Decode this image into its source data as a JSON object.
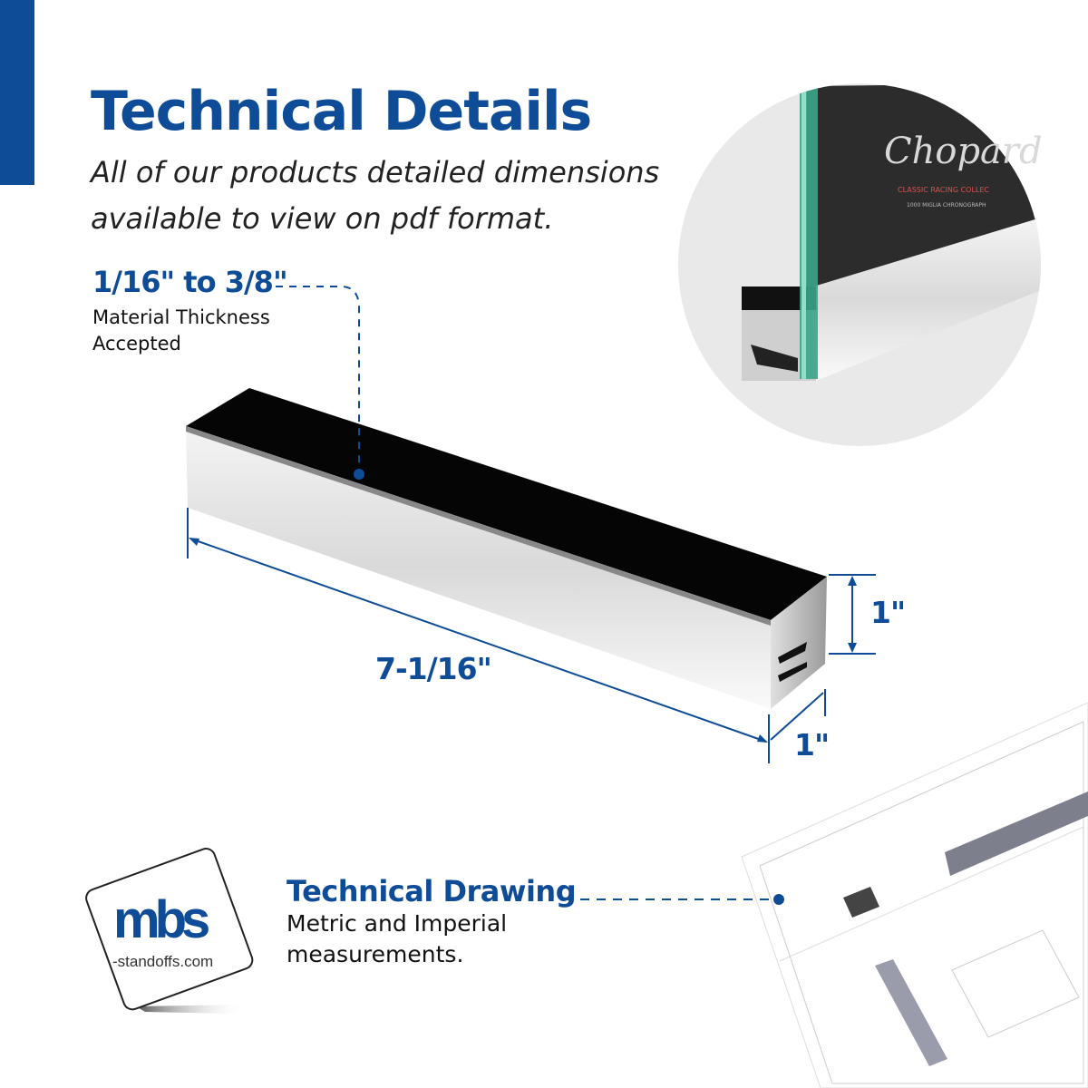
{
  "header": {
    "title": "Technical Details",
    "subtitle_line1": "All of our products detailed dimensions",
    "subtitle_line2": "available to view on pdf format."
  },
  "thickness": {
    "value": "1/16\" to 3/8\"",
    "label_line1": "Material Thickness",
    "label_line2": "Accepted"
  },
  "dimensions": {
    "length": "7-1/16\"",
    "height": "1\"",
    "depth": "1\""
  },
  "photo": {
    "brand": "Chopard",
    "line1": "CLASSIC RACING COLLEC",
    "line2": "1000 MIGLIA CHRONOGRAPH"
  },
  "drawing": {
    "title": "Technical Drawing",
    "label_line1": "Metric and Imperial",
    "label_line2": "measurements."
  },
  "logo": {
    "mark": "mbs",
    "domain": "-standoffs.com"
  },
  "colors": {
    "brand_blue": "#0f4c97",
    "logo_gray": "#8a8a8a"
  }
}
